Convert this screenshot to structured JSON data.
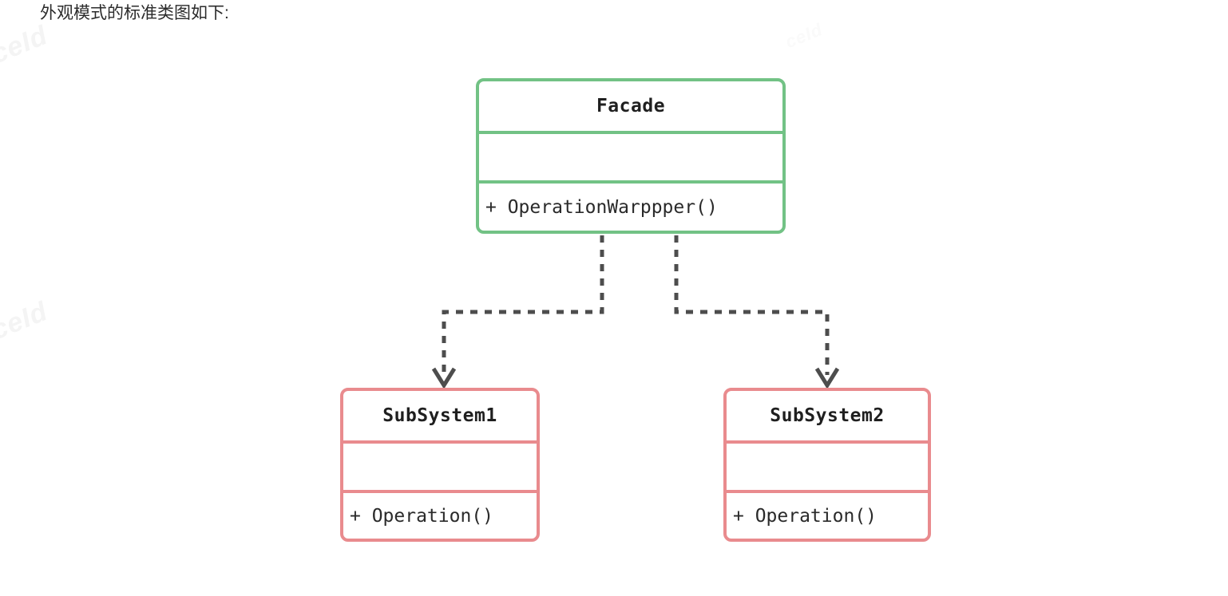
{
  "page": {
    "caption": "外观模式的标准类图如下:",
    "background_color": "#ffffff"
  },
  "watermarks": [
    {
      "text": "ceId"
    },
    {
      "text": "ceId"
    },
    {
      "text": "ceId"
    }
  ],
  "colors": {
    "facade_border": "#72c285",
    "subsystem_border": "#e98b8e",
    "connector": "#4d4d4d",
    "title_text": "#1f1f1f",
    "body_text": "#2a2a2a"
  },
  "diagram": {
    "type": "uml-class-diagram",
    "pattern": "Facade",
    "classes": [
      {
        "id": "facade",
        "name": "Facade",
        "attributes": [],
        "operations": [
          "+ OperationWarppper()"
        ],
        "border_color": "#72c285"
      },
      {
        "id": "subsystem1",
        "name": "SubSystem1",
        "attributes": [],
        "operations": [
          "+ Operation()"
        ],
        "border_color": "#e98b8e"
      },
      {
        "id": "subsystem2",
        "name": "SubSystem2",
        "attributes": [],
        "operations": [
          "+ Operation()"
        ],
        "border_color": "#e98b8e"
      }
    ],
    "relationships": [
      {
        "id": "facade-to-subsystem1",
        "from": "facade",
        "to": "subsystem1",
        "style": "dashed",
        "arrow": "open-v",
        "kind": "dependency"
      },
      {
        "id": "facade-to-subsystem2",
        "from": "facade",
        "to": "subsystem2",
        "style": "dashed",
        "arrow": "open-v",
        "kind": "dependency"
      }
    ]
  }
}
